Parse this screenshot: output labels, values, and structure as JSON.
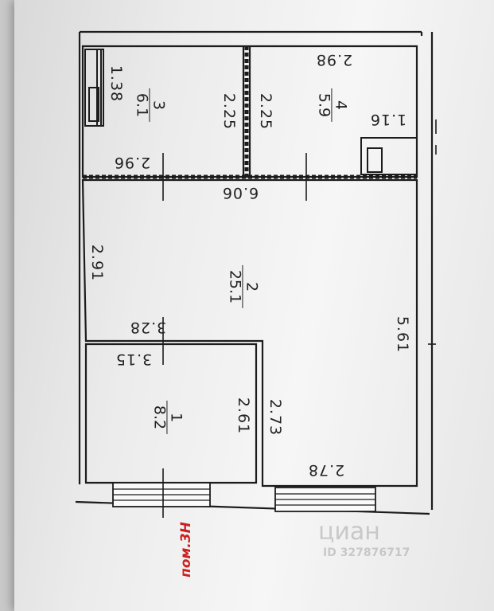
{
  "rooms": [
    {
      "number": "1",
      "area": "8.2"
    },
    {
      "number": "2",
      "area": "25.1"
    },
    {
      "number": "3",
      "area": "6.1"
    },
    {
      "number": "4",
      "area": "5.9"
    }
  ],
  "dimensions": {
    "d_1_38": "1.38",
    "d_2_25_a": "2.25",
    "d_2_25_b": "2.25",
    "d_2_98": "2.98",
    "d_1_16": "1.16",
    "d_2_96": "2.96",
    "d_6_06": "6.06",
    "d_2_91": "2.91",
    "d_3_28": "3.28",
    "d_3_15": "3.15",
    "d_2_61": "2.61",
    "d_2_73": "2.73",
    "d_5_61": "5.61",
    "d_2_78": "2.78"
  },
  "premise_label": "пом.3Н",
  "watermark": {
    "brand": "циан",
    "id": "ID 327876717"
  },
  "colors": {
    "wall": "#1c1c1c",
    "label_red": "#cc2020",
    "paper": "#f2f2f2"
  }
}
